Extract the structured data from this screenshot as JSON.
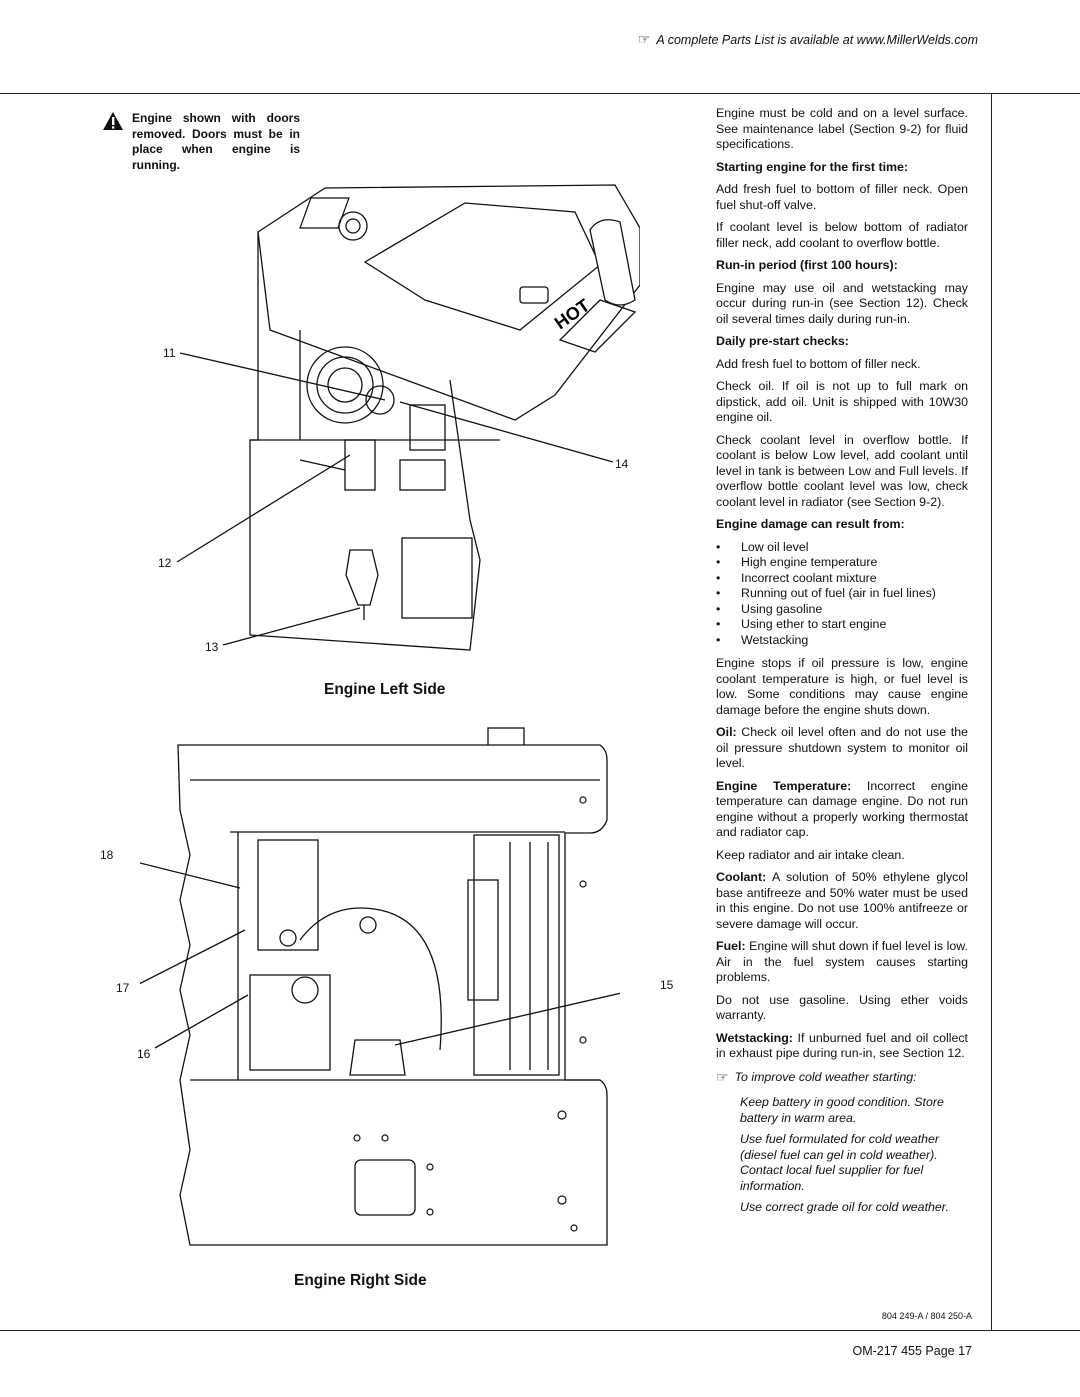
{
  "header": {
    "note": "A complete Parts List is available at www.MillerWelds.com",
    "hand_glyph": "☞"
  },
  "warning": {
    "text": "Engine shown with doors removed. Doors must be in place when engine is running."
  },
  "figure_left": {
    "caption": "Engine Left Side",
    "callouts": [
      "11",
      "14",
      "12",
      "13"
    ],
    "hot_label": "HOT"
  },
  "figure_right": {
    "caption": "Engine Right Side",
    "callouts": [
      "18",
      "17",
      "15",
      "16"
    ]
  },
  "column": {
    "intro": "Engine must be cold and on a level surface. See maintenance label (Section 9-2) for fluid specifications.",
    "first_time_heading": "Starting engine for the first time:",
    "first_time_p1": "Add fresh fuel to bottom of filler neck. Open fuel shut-off valve.",
    "first_time_p2": "If coolant level is below bottom of radiator filler neck, add coolant to overflow bottle.",
    "runin_heading": "Run-in period (first 100 hours):",
    "runin_p": "Engine may use oil and wetstacking may occur during run-in (see Section 12). Check oil several times daily during run-in.",
    "daily_heading": "Daily pre-start checks:",
    "daily_p1": "Add fresh fuel to bottom of filler neck.",
    "daily_p2": "Check oil. If oil is not up to full mark on dipstick, add oil. Unit is shipped with 10W30 engine oil.",
    "daily_p3": "Check coolant level in overflow bottle. If coolant is below Low level, add coolant until level in tank is between Low and Full levels. If overflow bottle coolant level was low, check coolant level in radiator (see Section 9-2).",
    "damage_heading": "Engine damage can result from:",
    "damage_list": [
      "Low oil level",
      "High engine temperature",
      "Incorrect coolant mixture",
      "Running out of fuel (air in fuel lines)",
      "Using gasoline",
      "Using ether to start engine",
      "Wetstacking"
    ],
    "stops_p": "Engine stops if oil pressure is low, engine coolant temperature is high, or fuel level is low. Some conditions may cause engine damage before the engine shuts down.",
    "oil_lead": "Oil:",
    "oil_text": " Check oil level often and do not use the oil pressure shutdown system to monitor oil level.",
    "temp_lead": "Engine Temperature:",
    "temp_text": " Incorrect engine temperature can damage engine. Do not run engine without a properly working thermostat and radiator cap.",
    "keep_p": "Keep radiator and air intake clean.",
    "coolant_lead": "Coolant:",
    "coolant_text": " A solution of 50% ethylene glycol base antifreeze and 50% water must be used in this engine. Do not use 100% antifreeze or severe damage will occur.",
    "fuel_lead": "Fuel:",
    "fuel_text": " Engine will shut down if fuel level is low. Air in the fuel system causes starting problems.",
    "gas_p": "Do not use gasoline. Using ether voids warranty.",
    "wet_lead": "Wetstacking:",
    "wet_text": " If unburned fuel and oil collect in exhaust pipe during run-in, see Section 12.",
    "cold_note": "To improve cold weather starting:",
    "cold_items": [
      "Keep battery in good condition. Store battery in warm area.",
      "Use fuel formulated for cold weather (diesel fuel can gel in cold weather). Contact local fuel supplier for fuel information.",
      "Use correct grade oil for cold weather."
    ]
  },
  "footer": {
    "refs": "804 249-A / 804 250-A",
    "page": "OM-217 455 Page 17"
  }
}
